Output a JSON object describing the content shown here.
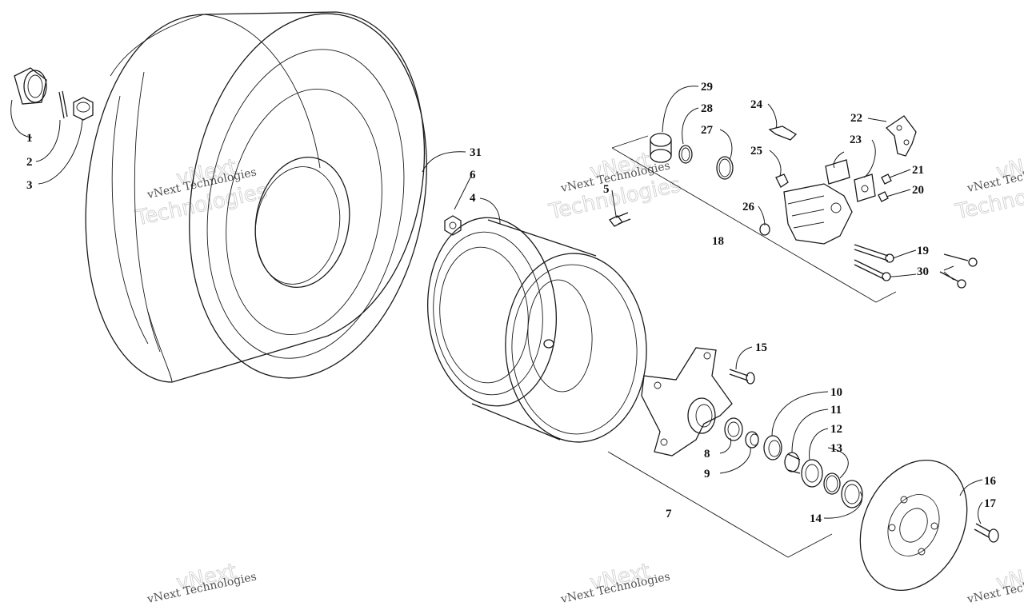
{
  "watermark": {
    "line1": "vNext",
    "line2": "vNext Technologies",
    "line3": "Technologies"
  },
  "callouts": [
    {
      "id": "c1",
      "text": "1"
    },
    {
      "id": "c2",
      "text": "2"
    },
    {
      "id": "c3",
      "text": "3"
    },
    {
      "id": "c4",
      "text": "4"
    },
    {
      "id": "c5",
      "text": "5"
    },
    {
      "id": "c6",
      "text": "6"
    },
    {
      "id": "c7",
      "text": "7"
    },
    {
      "id": "c8",
      "text": "8"
    },
    {
      "id": "c9",
      "text": "9"
    },
    {
      "id": "c10",
      "text": "10"
    },
    {
      "id": "c11",
      "text": "11"
    },
    {
      "id": "c12",
      "text": "12"
    },
    {
      "id": "c13",
      "text": "13"
    },
    {
      "id": "c14",
      "text": "14"
    },
    {
      "id": "c15",
      "text": "15"
    },
    {
      "id": "c16",
      "text": "16"
    },
    {
      "id": "c17",
      "text": "17"
    },
    {
      "id": "c18",
      "text": "18"
    },
    {
      "id": "c19",
      "text": "19"
    },
    {
      "id": "c20",
      "text": "20"
    },
    {
      "id": "c21",
      "text": "21"
    },
    {
      "id": "c22",
      "text": "22"
    },
    {
      "id": "c23",
      "text": "23"
    },
    {
      "id": "c24",
      "text": "24"
    },
    {
      "id": "c25",
      "text": "25"
    },
    {
      "id": "c26",
      "text": "26"
    },
    {
      "id": "c27",
      "text": "27"
    },
    {
      "id": "c28",
      "text": "28"
    },
    {
      "id": "c29",
      "text": "29"
    },
    {
      "id": "c30",
      "text": "30"
    },
    {
      "id": "c31",
      "text": "31"
    }
  ]
}
